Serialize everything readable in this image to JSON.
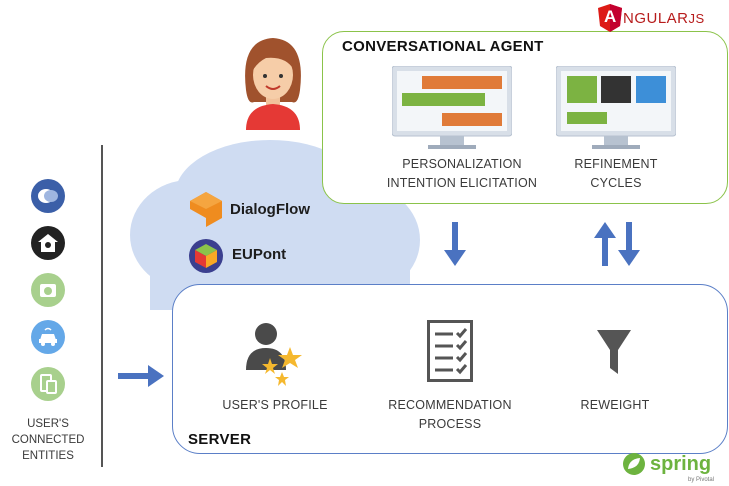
{
  "agent": {
    "title": "CONVERSATIONAL AGENT",
    "item1_label": "PERSONALIZATION\nINTENTION ELICITATION",
    "item2_label": "REFINEMENT\nCYCLES"
  },
  "server": {
    "title": "SERVER",
    "item1_label": "USER'S PROFILE",
    "item2_label": "RECOMMENDATION\nPROCESS",
    "item3_label": "REWEIGHT"
  },
  "cloud": {
    "tool1": "DialogFlow",
    "tool2": "EUPont"
  },
  "entities": {
    "label": "USER'S\nCONNECTED\nENTITIES",
    "icons": [
      "chat-icon",
      "smart-home-icon",
      "camera-icon",
      "connected-car-icon",
      "devices-icon"
    ]
  },
  "logos": {
    "angular_a": "A",
    "angular_rest": "NGULAR",
    "angular_js": "JS",
    "spring": "spring",
    "spring_sub": "by Pivotal"
  },
  "colors": {
    "agent_border": "#8bc34a",
    "server_border": "#5b7fc7",
    "cloud": "#cfdcf2",
    "arrow": "#4a72c0",
    "orange_bar": "#e07b39",
    "green_bar": "#7cb342",
    "angular_red": "#dd1b16",
    "spring_green": "#6db33f"
  }
}
